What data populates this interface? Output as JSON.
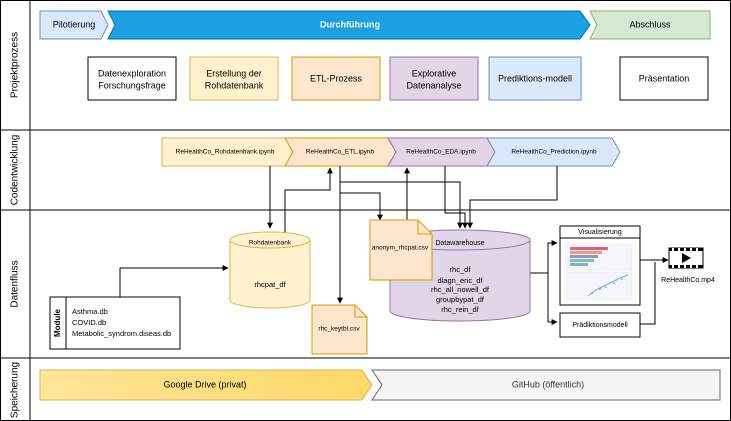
{
  "lanes": {
    "projektprozess": "Projektprozess",
    "codeentwicklung": "Codentwicklung",
    "datenfluss": "Datenfluss",
    "speicherung": "Speicherung"
  },
  "phases": {
    "pilotierung": "Pilotierung",
    "durchfuehrung": "Durchführung",
    "abschluss": "Abschluss"
  },
  "steps": {
    "datenexploration_1": "Datenexploration",
    "datenexploration_2": "Forschungsfrage",
    "erstellung_1": "Erstellung der",
    "erstellung_2": "Rohdatenbank",
    "etl": "ETL-Prozess",
    "explorative_1": "Explorative",
    "explorative_2": "Datenanalyse",
    "prediktion": "Prediktions-modell",
    "praesentation": "Präsentation"
  },
  "notebooks": {
    "rohdatenbank": "ReHealthCo_Rohdatenbank.ipynb",
    "etl": "ReHealthCo_ETL.ipynb",
    "eda": "ReHealthCo_EDA.ipynb",
    "prediction": "ReHealthCo_Prediction.ipynb"
  },
  "datenfluss": {
    "module_label": "Module",
    "module_files": [
      "Asthma.db",
      "COVID.db",
      "Metabolic_syndrom.diseas.db"
    ],
    "rohdatenbank_title": "Rohdatenbank",
    "rohdatenbank_file": "rhcpat_df",
    "keytbl_file": "rhc_keytbl.csv",
    "anonym_file": "anonym_rhcpat.csv",
    "warehouse_title": "Datawarehouse",
    "warehouse_files": [
      "rhc_df",
      "diagn_enc_df",
      "rhc_all_nowell_df",
      "groupbypat_df",
      "rhc_rein_df"
    ],
    "visualisierung": "Visualisierung",
    "praediktionsmodell": "Prädiktionsmodell",
    "video_file": "ReHealthCo.mp4"
  },
  "speicherung": {
    "google_drive": "Google Drive (privat)",
    "github": "GitHub (öffentlich)"
  },
  "colors": {
    "pilot_fill": "#dae8fc",
    "pilot_stroke": "#6c8ebf",
    "durch_fill": "#1ba1e2",
    "abschluss_fill": "#d5e8d4",
    "abschluss_stroke": "#82b366",
    "yellow_fill": "#fff2cc",
    "yellow_stroke": "#d6b656",
    "orange_fill": "#ffe6cc",
    "orange_stroke": "#d79b00",
    "purple_fill": "#e1d5e7",
    "purple_stroke": "#9673a6",
    "blue_fill": "#dae8fc",
    "blue_stroke": "#6c8ebf",
    "gdrive_fill": "#ffd966",
    "github_fill": "#f5f5f5"
  }
}
